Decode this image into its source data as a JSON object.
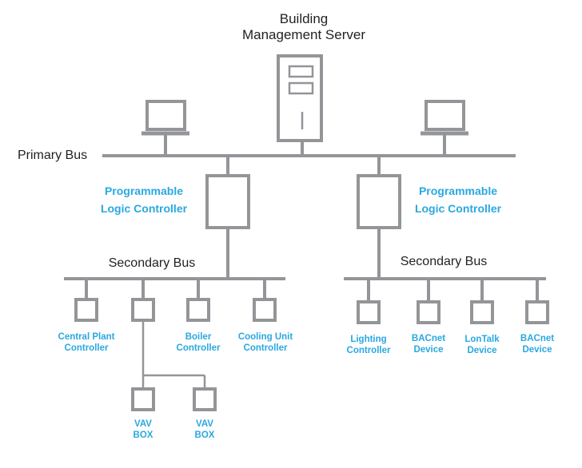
{
  "server": {
    "title_line1": "Building",
    "title_line2": "Management Server"
  },
  "primary_bus": {
    "label": "Primary Bus"
  },
  "plc_left": {
    "line1": "Programmable",
    "line2": "Logic Controller"
  },
  "plc_right": {
    "line1": "Programmable",
    "line2": "Logic Controller"
  },
  "secondary_bus_left": {
    "label": "Secondary Bus"
  },
  "secondary_bus_right": {
    "label": "Secondary Bus"
  },
  "devices_left": [
    {
      "line1": "Central Plant",
      "line2": "Controller"
    },
    {
      "line1": "Boiler",
      "line2": "Controller"
    },
    {
      "line1": "Cooling Unit",
      "line2": "Controller"
    }
  ],
  "vav": [
    {
      "line1": "VAV",
      "line2": "BOX"
    },
    {
      "line1": "VAV",
      "line2": "BOX"
    }
  ],
  "devices_right": [
    {
      "line1": "Lighting",
      "line2": "Controller"
    },
    {
      "line1": "BACnet",
      "line2": "Device"
    },
    {
      "line1": "LonTalk",
      "line2": "Device"
    },
    {
      "line1": "BACnet",
      "line2": "Device"
    }
  ],
  "colors": {
    "line": "#939598",
    "label_text": "#231f20",
    "accent": "#29a8e0"
  }
}
